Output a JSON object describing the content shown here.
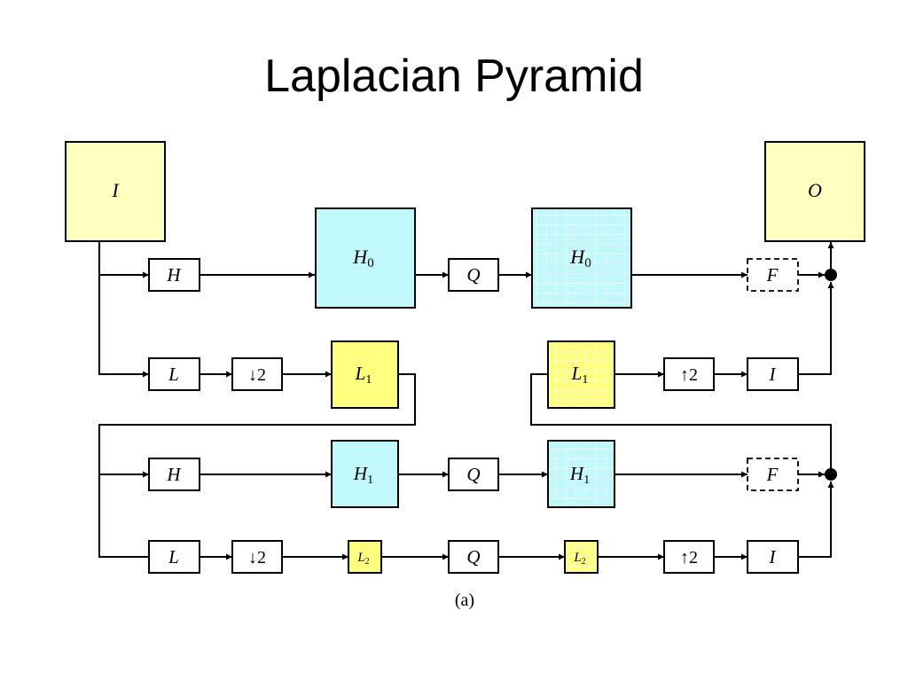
{
  "title": "Laplacian Pyramid",
  "caption": "(a)",
  "colors": {
    "yellow": "#ffffc0",
    "bright_yellow": "#ffff80",
    "cyan": "#c0f8fc",
    "grid_line": "#ffffff",
    "line": "#000000"
  },
  "nodes": {
    "input": {
      "text": "I"
    },
    "output": {
      "text": "O"
    },
    "r1_highpass": {
      "text": "H"
    },
    "r1_H0": {
      "base": "H",
      "sub": "0"
    },
    "r1_quant": {
      "text": "Q"
    },
    "r1_H0q": {
      "base": "H",
      "sub": "0"
    },
    "r1_filter": {
      "text": "F"
    },
    "r2_lowpass": {
      "text": "L"
    },
    "r2_down": {
      "text": "↓2"
    },
    "r2_L1": {
      "base": "L",
      "sub": "1"
    },
    "r2_L1q": {
      "base": "L",
      "sub": "1"
    },
    "r2_up": {
      "text": "↑2"
    },
    "r2_interp": {
      "text": "I"
    },
    "r3_highpass": {
      "text": "H"
    },
    "r3_H1": {
      "base": "H",
      "sub": "1"
    },
    "r3_quant": {
      "text": "Q"
    },
    "r3_H1q": {
      "base": "H",
      "sub": "1"
    },
    "r3_filter": {
      "text": "F"
    },
    "r4_lowpass": {
      "text": "L"
    },
    "r4_down": {
      "text": "↓2"
    },
    "r4_L2": {
      "base": "L",
      "sub": "2"
    },
    "r4_quant": {
      "text": "Q"
    },
    "r4_L2q": {
      "base": "L",
      "sub": "2"
    },
    "r4_up": {
      "text": "↑2"
    },
    "r4_interp": {
      "text": "I"
    }
  }
}
